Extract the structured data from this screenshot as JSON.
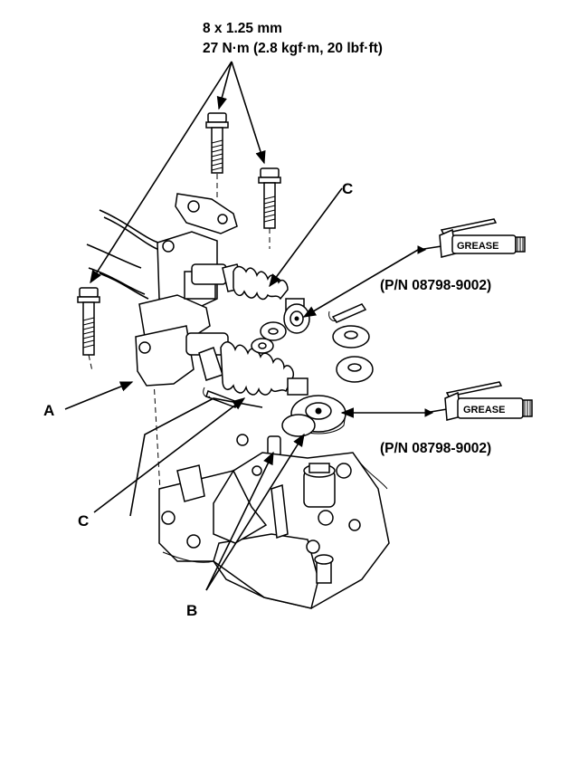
{
  "spec": {
    "bolt_size": "8 x 1.25 mm",
    "torque": "27 N·m (2.8 kgf·m, 20 lbf·ft)"
  },
  "callouts": {
    "a": "A",
    "b": "B",
    "c_upper": "C",
    "c_lower": "C"
  },
  "grease": {
    "label_upper": "GREASE",
    "label_lower": "GREASE",
    "part_number_upper": "(P/N 08798-9002)",
    "part_number_lower": "(P/N 08798-9002)"
  },
  "icons": [
    "grease-tube-icon",
    "arrow-icon"
  ]
}
